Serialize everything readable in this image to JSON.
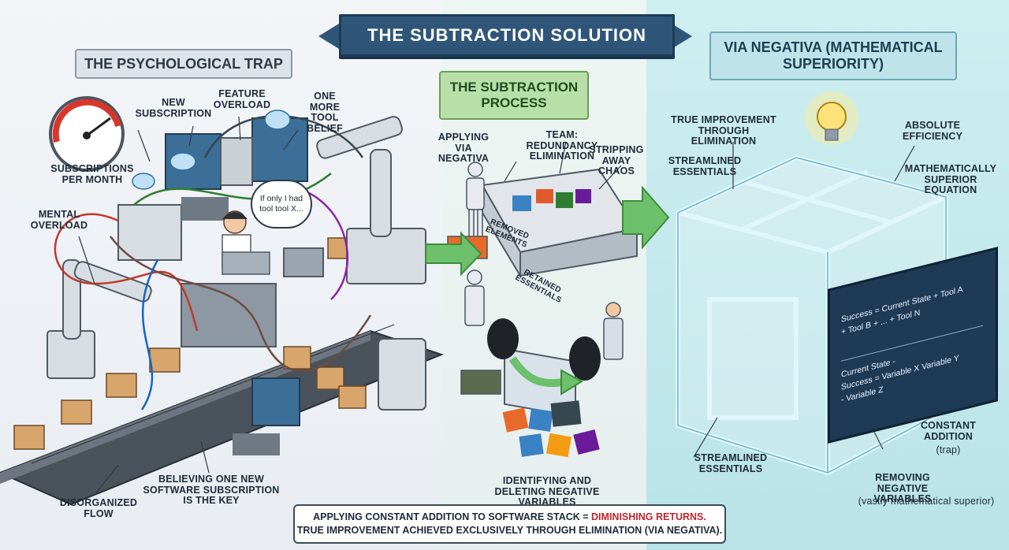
{
  "title": "THE SUBTRACTION SOLUTION",
  "sections": {
    "trap": "THE PSYCHOLOGICAL TRAP",
    "process": "THE SUBTRACTION PROCESS",
    "via": "VIA NEGATIVA (MATHEMATICAL SUPERIORITY)"
  },
  "trap_labels": {
    "new_subscription": "NEW SUBSCRIPTION",
    "feature_overload": "FEATURE OVERLOAD",
    "one_more_tool": "ONE MORE TOOL BELIEF",
    "subscriptions_per_month": "SUBSCRIPTIONS PER MONTH",
    "mental_overload": "MENTAL OVERLOAD",
    "thought_bubble": "If only I had tool tool X...",
    "believing": "BELIEVING ONE NEW SOFTWARE SUBSCRIPTION IS THE KEY",
    "disorganized_flow": "DISORGANIZED FLOW"
  },
  "process_labels": {
    "applying": "APPLYING VIA NEGATIVA",
    "team": "TEAM: REDUNDANCY ELIMINATION",
    "stripping": "STRIPPING AWAY CHAOS",
    "removed": "REMOVED ELEMENTS",
    "retained": "RETAINED ESSENTIALS",
    "identifying": "IDENTIFYING AND DELETING NEGATIVE VARIABLES"
  },
  "via_labels": {
    "true_improvement": "TRUE IMPROVEMENT THROUGH ELIMINATION",
    "streamlined_top": "STREAMLINED ESSENTIALS",
    "absolute_efficiency": "ABSOLUTE EFFICIENCY",
    "math_superior": "MATHEMATICALLY SUPERIOR EQUATION",
    "constant_addition": "CONSTANT ADDITION",
    "trap_note": "(trap)",
    "streamlined_bottom": "STREAMLINED ESSENTIALS",
    "removing_negative": "REMOVING NEGATIVE VARIABLES",
    "vastly_note": "(vastly mathematical superior)"
  },
  "formula": {
    "add_line1": "Success = Current State + Tool A",
    "add_line2": "+ Tool B + ... + Tool N",
    "sub_line1": "Current State -",
    "sub_line2": "Success = Variable X  Variable Y",
    "sub_line3": "- Variable Z"
  },
  "footer": {
    "line1_prefix": "APPLYING CONSTANT ADDITION TO SOFTWARE STACK = ",
    "line1_highlight": "DIMINISHING RETURNS.",
    "line2": "TRUE IMPROVEMENT ACHIEVED EXCLUSIVELY THROUGH ELIMINATION (VIA NEGATIVA)."
  },
  "colors": {
    "banner": "#2f5679",
    "trap_panel": "#dde3e8",
    "process_panel": "#b9dfa8",
    "via_panel": "#bfe3ea",
    "arrow_green": "#6cc06a",
    "highlight_red": "#c5242a"
  }
}
